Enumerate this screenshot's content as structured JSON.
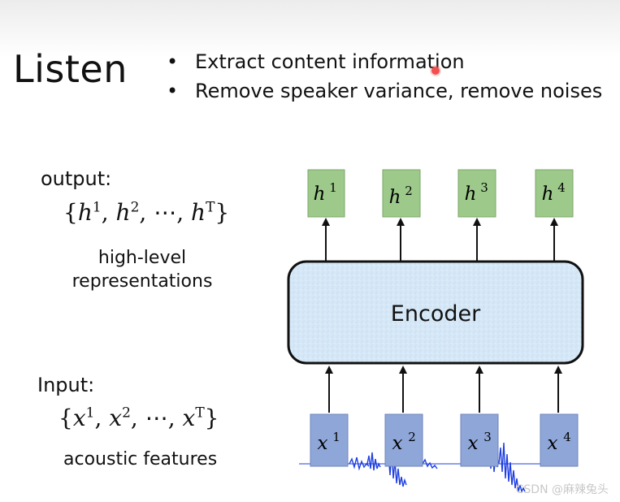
{
  "title": "Listen",
  "bullets": [
    "Extract content information",
    "Remove speaker variance, remove noises"
  ],
  "output": {
    "label": "output:",
    "set_open": "{",
    "set_items": [
      "h",
      "h",
      "⋯",
      "h"
    ],
    "set_sups": [
      "1",
      "2",
      "",
      "T"
    ],
    "set_close": "}",
    "caption_line1": "high-level",
    "caption_line2": "representations"
  },
  "input": {
    "label": "Input:",
    "set_open": "{",
    "set_items": [
      "x",
      "x",
      "⋯",
      "x"
    ],
    "set_sups": [
      "1",
      "2",
      "",
      "T"
    ],
    "set_close": "}",
    "caption": "acoustic features"
  },
  "encoder": {
    "label": "Encoder"
  },
  "outputs": [
    {
      "base": "h",
      "sup": "1"
    },
    {
      "base": "h",
      "sup": "2"
    },
    {
      "base": "h",
      "sup": "3"
    },
    {
      "base": "h",
      "sup": "4"
    }
  ],
  "inputs": [
    {
      "base": "x",
      "sup": "1"
    },
    {
      "base": "x",
      "sup": "2"
    },
    {
      "base": "x",
      "sup": "3"
    },
    {
      "base": "x",
      "sup": "4"
    }
  ],
  "watermark": "CSDN @麻辣兔头",
  "colors": {
    "output_box": "#9dc98a",
    "input_box": "#8ea6d8",
    "encoder_fill": "#d6e8f7",
    "waveform": "#1f3fe0",
    "pointer": "#f05050"
  }
}
